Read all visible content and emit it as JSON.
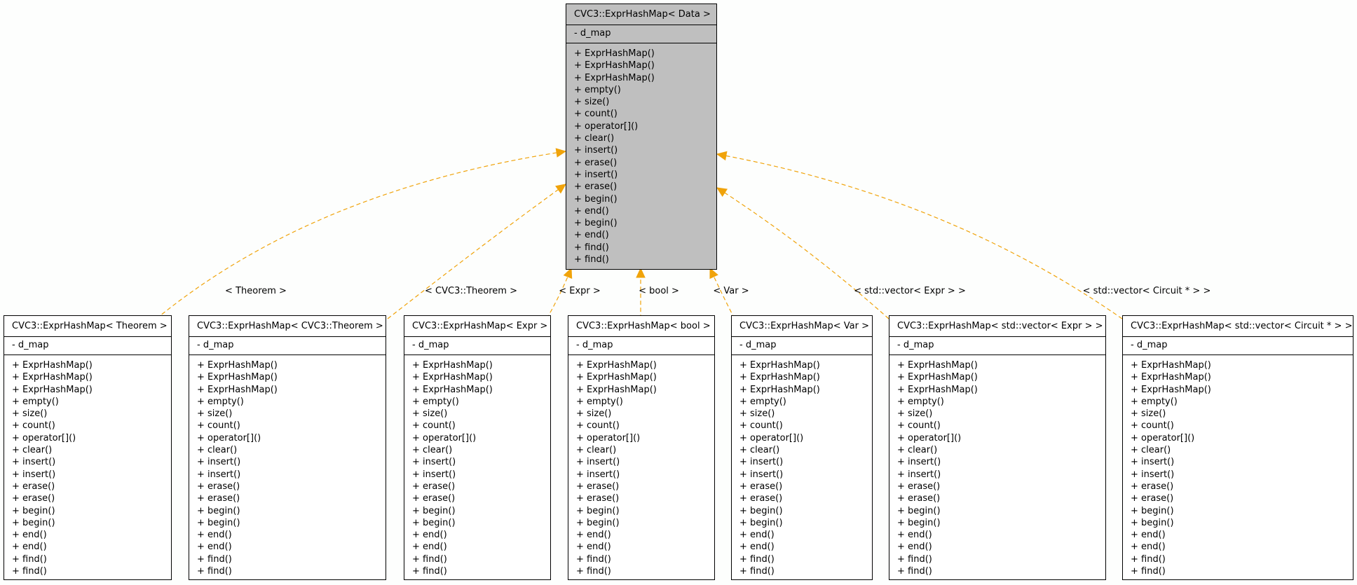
{
  "base_class": {
    "title": "CVC3::ExprHashMap< Data >",
    "attributes": [
      "- d_map"
    ],
    "operations": [
      "+ ExprHashMap()",
      "+ ExprHashMap()",
      "+ ExprHashMap()",
      "+ empty()",
      "+ size()",
      "+ count()",
      "+ operator[]()",
      "+ clear()",
      "+ insert()",
      "+ erase()",
      "+ insert()",
      "+ erase()",
      "+ begin()",
      "+ end()",
      "+ begin()",
      "+ end()",
      "+ find()",
      "+ find()"
    ]
  },
  "derived_operations": [
    "+ ExprHashMap()",
    "+ ExprHashMap()",
    "+ ExprHashMap()",
    "+ empty()",
    "+ size()",
    "+ count()",
    "+ operator[]()",
    "+ clear()",
    "+ insert()",
    "+ insert()",
    "+ erase()",
    "+ erase()",
    "+ begin()",
    "+ begin()",
    "+ end()",
    "+ end()",
    "+ find()",
    "+ find()"
  ],
  "derived_classes": [
    {
      "title": "CVC3::ExprHashMap< Theorem >",
      "attributes": [
        "- d_map"
      ],
      "edge_label": "< Theorem >"
    },
    {
      "title": "CVC3::ExprHashMap< CVC3::Theorem >",
      "attributes": [
        "- d_map"
      ],
      "edge_label": "< CVC3::Theorem >"
    },
    {
      "title": "CVC3::ExprHashMap< Expr >",
      "attributes": [
        "- d_map"
      ],
      "edge_label": "< Expr >"
    },
    {
      "title": "CVC3::ExprHashMap< bool >",
      "attributes": [
        "- d_map"
      ],
      "edge_label": "< bool >"
    },
    {
      "title": "CVC3::ExprHashMap< Var >",
      "attributes": [
        "- d_map"
      ],
      "edge_label": "< Var >"
    },
    {
      "title": "CVC3::ExprHashMap< std::vector< Expr > >",
      "attributes": [
        "- d_map"
      ],
      "edge_label": "< std::vector< Expr > >"
    },
    {
      "title": "CVC3::ExprHashMap< std::vector< Circuit * > >",
      "attributes": [
        "- d_map"
      ],
      "edge_label": "< std::vector< Circuit * > >"
    }
  ],
  "colors": {
    "edge": "#f0a30a",
    "base_fill": "#bfbfbf",
    "box_border": "#000000",
    "background": "#fdfefd"
  }
}
